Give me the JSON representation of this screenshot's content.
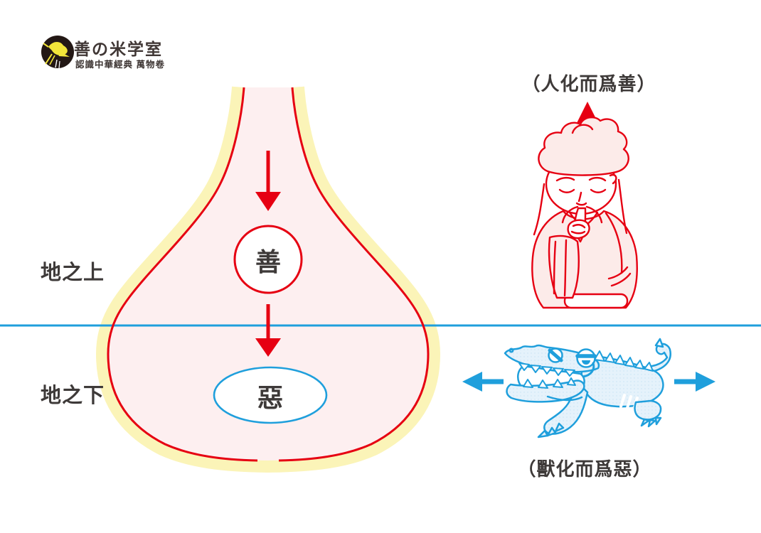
{
  "logo": {
    "title": "善の米学室",
    "subtitle": "認識中華經典 萬物卷",
    "icon": "swallow-bird-in-dark-circle"
  },
  "labels": {
    "above_ground": "地之上",
    "below_ground": "地之下"
  },
  "vessel": {
    "good_node": "善",
    "evil_node": "惡"
  },
  "captions": {
    "human": "（人化而爲善）",
    "beast": "（獸化而爲惡）"
  },
  "colors": {
    "outline_red": "#e60012",
    "vessel_fill_pink": "#fdeff0",
    "glow_yellow": "#fbf4b8",
    "ground_blue": "#1f9fdc",
    "croc_fill": "#e5f2fb",
    "text_dark": "#3e3a39",
    "logo_circle": "#231815",
    "logo_bird_yellow": "#f2e53a",
    "background": "#ffffff"
  }
}
